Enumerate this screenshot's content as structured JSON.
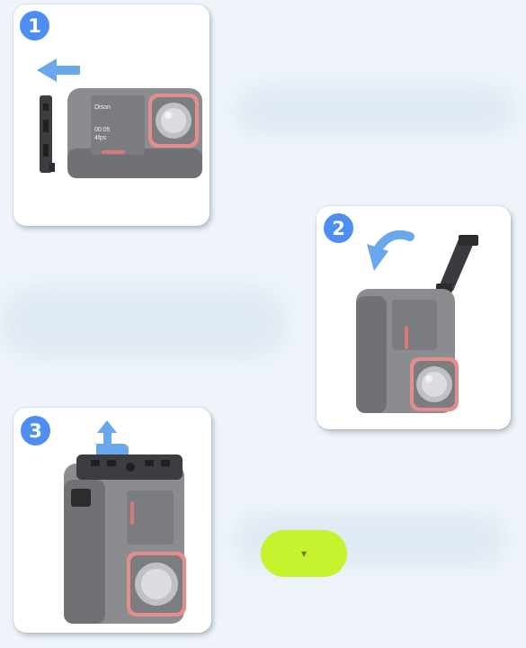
{
  "steps": [
    {
      "number": "1",
      "arrow": "arrow-left-icon"
    },
    {
      "number": "2",
      "arrow": "curved-arrow-icon"
    },
    {
      "number": "3",
      "arrow": "hand-push-icon"
    }
  ],
  "camera_screen": {
    "line1": "Dison",
    "line2": "00:05",
    "line3": "4fps"
  },
  "colors": {
    "badge": "#4d8ef0",
    "accent": "#c6f22e",
    "lens_ring": "#e58d8d",
    "arrow": "#6aa8ee"
  },
  "action_button": {
    "icon": "chevron-down-icon",
    "glyph": "▾"
  }
}
